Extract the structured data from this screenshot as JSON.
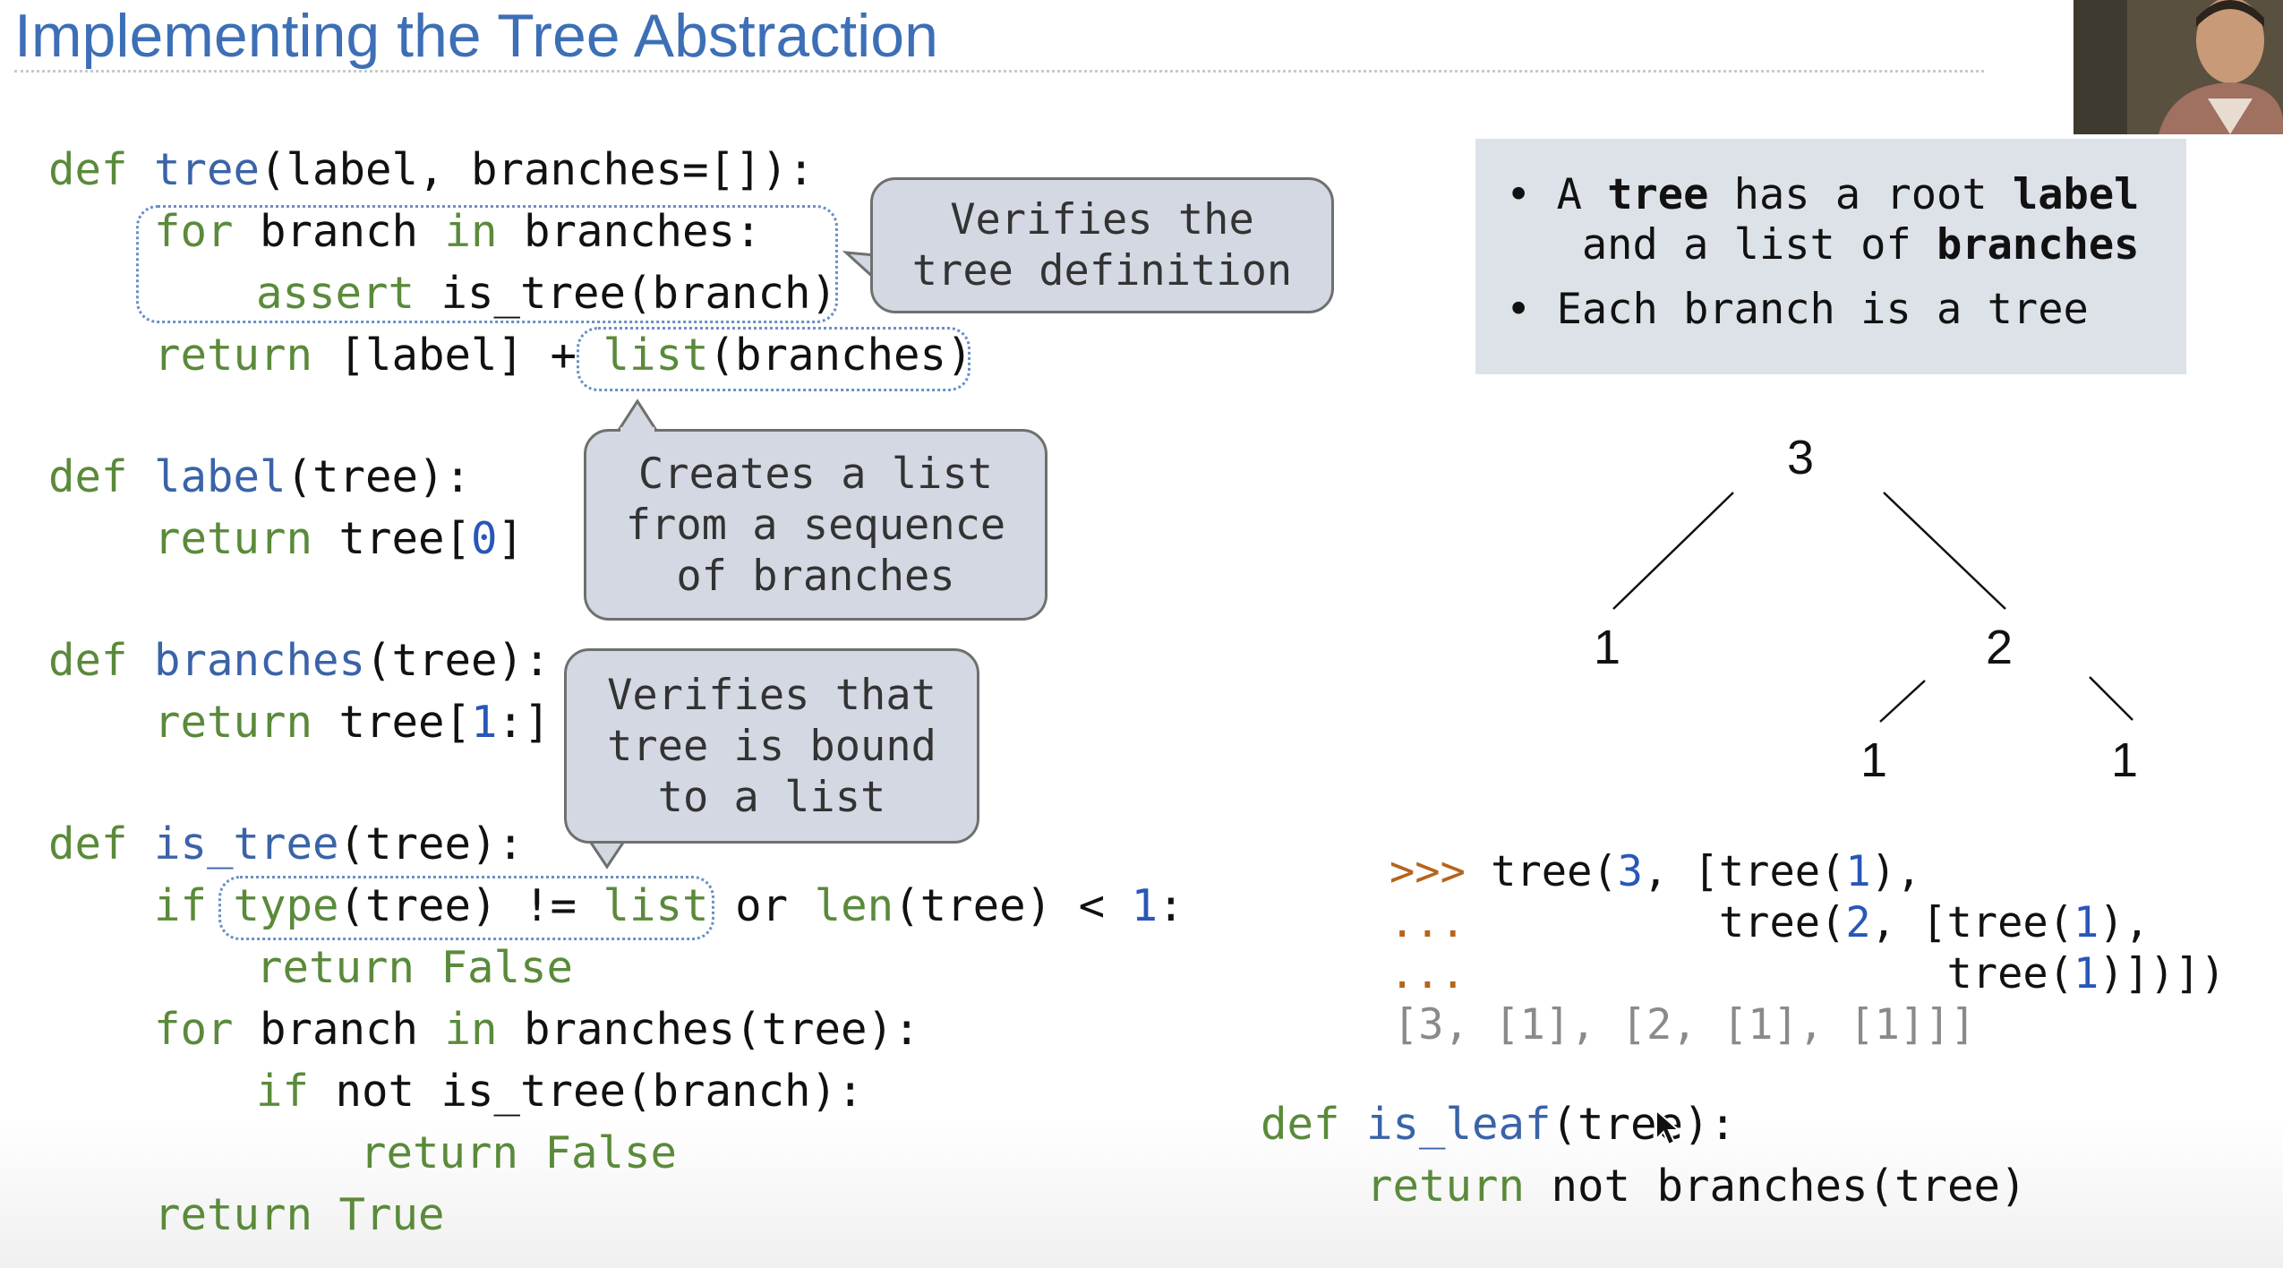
{
  "slide": {
    "title": "Implementing the Tree Abstraction"
  },
  "code": {
    "l1": {
      "def": "def ",
      "name": "tree",
      "rest": "(label, branches=[]):"
    },
    "l2": {
      "for": "for",
      "rest1": " branch ",
      "in": "in",
      "rest2": " branches:"
    },
    "l3": {
      "assert": "assert",
      "rest": " is_tree(branch)"
    },
    "l4": {
      "return": "return",
      "rest": " [label] + ",
      "list": "list",
      "rest2": "(branches)"
    },
    "l5": {
      "def": "def ",
      "name": "label",
      "rest": "(tree):"
    },
    "l6": {
      "return": "return",
      "rest": " tree[",
      "num": "0",
      "end": "]"
    },
    "l7": {
      "def": "def ",
      "name": "branches",
      "rest": "(tree):"
    },
    "l8": {
      "return": "return",
      "rest": " tree[",
      "num": "1",
      "end": ":]"
    },
    "l9": {
      "def": "def ",
      "name": "is_tree",
      "rest": "(tree):"
    },
    "l10": {
      "if": "if ",
      "type": "type",
      "rest": "(tree) != ",
      "list": "list",
      "or": " or ",
      "len": "len",
      "rest2": "(tree) < ",
      "num": "1",
      "end": ":"
    },
    "l11": {
      "return": "return ",
      "false": "False"
    },
    "l12": {
      "for": "for",
      "rest1": " branch ",
      "in": "in",
      "rest2": " branches(tree):"
    },
    "l13": {
      "if": "if ",
      "not": "not",
      "rest": " is_tree(branch):"
    },
    "l14": {
      "return": "return ",
      "false": "False"
    },
    "l15": {
      "return": "return ",
      "true": "True"
    }
  },
  "callouts": {
    "verify_def": "Verifies the\ntree definition",
    "create_list": "Creates a list\nfrom a sequence\nof branches",
    "verify_list": "Verifies that\ntree is bound\nto a list"
  },
  "info": {
    "b1_dot": "•",
    "b1_pre": " A ",
    "b1_tree": "tree",
    "b1_mid": " has a root ",
    "b1_label": "label",
    "b1_line2": "   and a list of ",
    "b1_branches": "branches",
    "b2_dot": "•",
    "b2_text": " Each branch is a tree"
  },
  "tree_diagram": {
    "root": "3",
    "left": "1",
    "right": "2",
    "right_left": "1",
    "right_right": "1"
  },
  "repl": {
    "p1": ">>>",
    "t1a": " tree(",
    "n3": "3",
    "t1b": ", [tree(",
    "n1a": "1",
    "t1c": "),",
    "p2": "...",
    "t2a": "          tree(",
    "n2": "2",
    "t2b": ", [tree(",
    "n1b": "1",
    "t2c": "),",
    "p3": "...",
    "t3a": "                   tree(",
    "n1c": "1",
    "t3b": ")])])",
    "output": "[3, [1], [2, [1], [1]]]"
  },
  "is_leaf": {
    "def": "def ",
    "name": "is_leaf",
    "rest": "(tree):",
    "return": "return",
    "rest2": " not branches(tree)"
  },
  "colors": {
    "title": "#3d6fb6",
    "keyword": "#5a8a3a",
    "function": "#3a63a8",
    "number": "#2957b8",
    "prompt": "#b5651d",
    "output": "#8a8a8a",
    "callout_bg": "#d3d8e2",
    "info_bg": "#dde1e8"
  }
}
